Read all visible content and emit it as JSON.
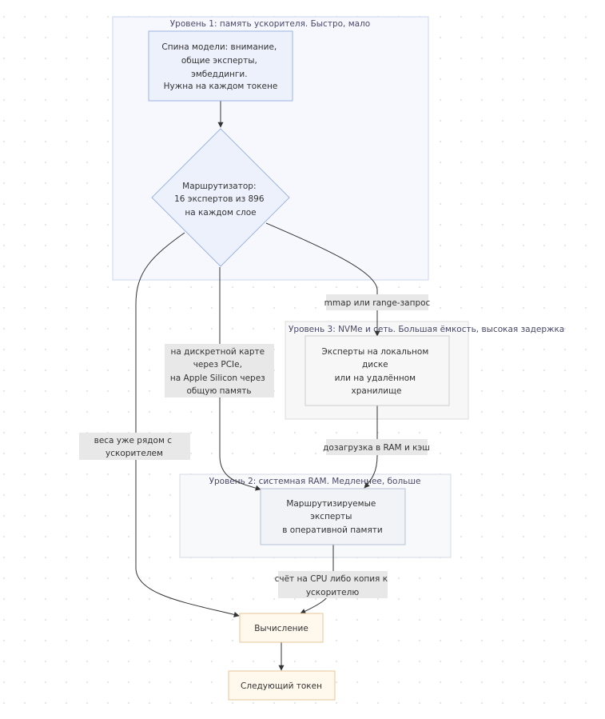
{
  "groups": {
    "level1": "Уровень 1: память ускорителя. Быстро, мало",
    "level3": "Уровень 3: NVMe и сеть. Большая ёмкость, высокая задержка",
    "level2": "Уровень 2: системная RAM. Медленнее, больше"
  },
  "nodes": {
    "backbone": [
      "Спина модели: внимание,",
      "общие эксперты,",
      "эмбеддинги.",
      "Нужна на каждом токене"
    ],
    "router": [
      "Маршрутизатор:",
      "16 экспертов из 896",
      "на каждом слое"
    ],
    "disk_experts": [
      "Эксперты на локальном",
      "диске",
      "или на удалённом",
      "хранилище"
    ],
    "ram_experts": [
      "Маршрутизируемые",
      "эксперты",
      "в оперативной памяти"
    ],
    "compute": [
      "Вычисление"
    ],
    "next_token": [
      "Следующий токен"
    ]
  },
  "edge_labels": {
    "mmap": [
      "mmap или range-запрос"
    ],
    "pcie": [
      "на дискретной карте",
      "через PCIe,",
      "на Apple Silicon через",
      "общую память"
    ],
    "near": [
      "веса уже рядом с",
      "ускорителем"
    ],
    "prefetch": [
      "дозагрузка в RAM и кэш"
    ],
    "cpu": [
      "счёт на CPU либо копия к",
      "ускорителю"
    ]
  },
  "colors": {
    "level1_fill": "#f6f8fe",
    "level1_stroke": "#c9d6f0",
    "node_blue_fill": "#ecf1fb",
    "node_blue_stroke": "#9fb5e1",
    "grey_fill": "#f7f7f7",
    "grey_stroke": "#dddddd",
    "node_grey_stroke": "#cccccc",
    "ram_group_fill": "#f8f9fb",
    "ram_group_stroke": "#d5dbe5",
    "ram_node_fill": "#f1f3f7",
    "ram_node_stroke": "#b8c2d3",
    "orange_fill": "#fff8ec",
    "orange_stroke": "#e7c79a",
    "label_bg": "#e8e8e8"
  }
}
